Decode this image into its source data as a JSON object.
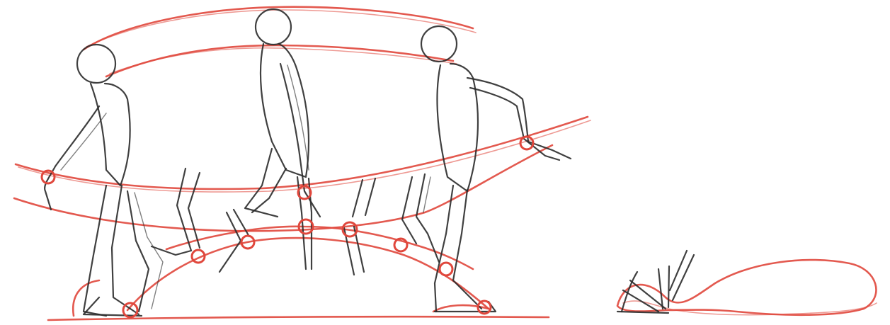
{
  "colors": {
    "paper": "#ffffff",
    "pencil": "#2b2b2b",
    "arc_red": "#e0473c"
  },
  "content": {
    "poses": [
      "contact",
      "passing",
      "contact"
    ],
    "arcs_shown": [
      "head",
      "wrist",
      "knee",
      "foot"
    ]
  }
}
